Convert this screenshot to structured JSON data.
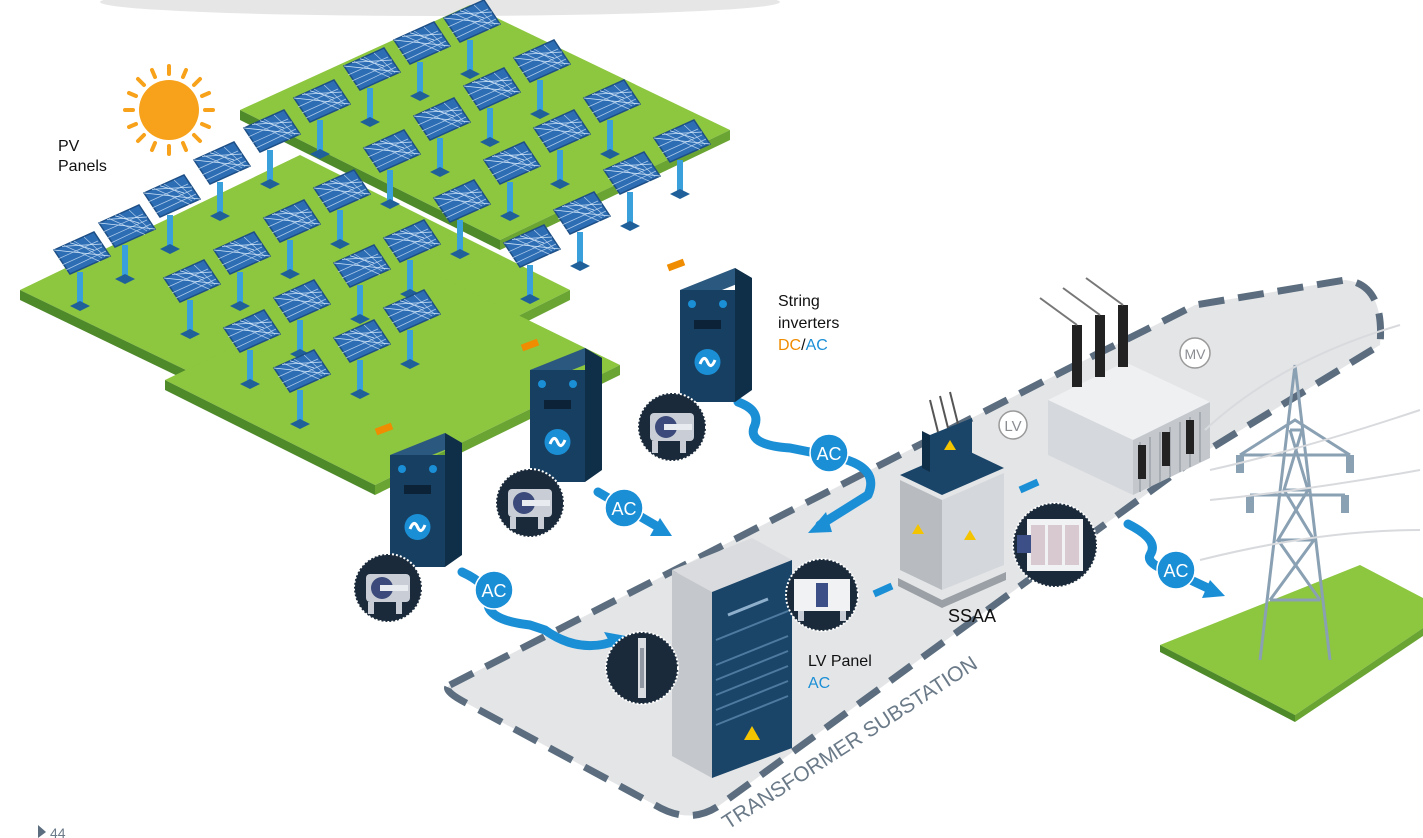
{
  "labels": {
    "pv_line1": "PV",
    "pv_line2": "Panels",
    "inv_line1": "String",
    "inv_line2": "inverters",
    "inv_dc": "DC",
    "inv_slash": "/",
    "inv_ac": "AC",
    "lv_panel": "LV Panel",
    "lv_panel_ac": "AC",
    "ssaa": "SSAA",
    "substation": "TRANSFORMER SUBSTATION",
    "lv": "LV",
    "mv": "MV",
    "ac_flow": "AC",
    "page_number": "44"
  },
  "colors": {
    "dc_orange": "#f08c00",
    "ac_blue": "#1b8fd6",
    "cabinet_navy": "#143b5c",
    "panel_blue": "#2f6fb6",
    "ground_green": "#8dc63f",
    "substation_grey": "#e5e6e8",
    "sun_orange": "#f7a21a"
  },
  "icons": [
    "sun-icon",
    "solar-panel-icon",
    "inverter-icon",
    "ac-wave-icon",
    "disconnector-switch-icon",
    "transformer-icon",
    "power-pylon-icon",
    "warning-icon"
  ]
}
